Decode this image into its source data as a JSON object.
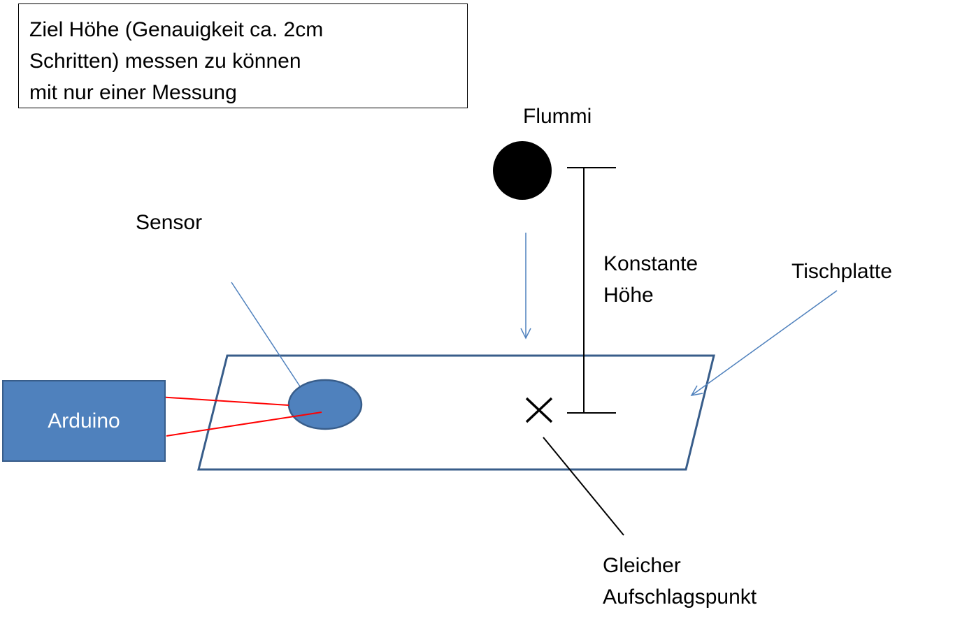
{
  "goal_box": {
    "lines": [
      "Ziel Höhe (Genauigkeit ca. 2cm",
      "Schritten) messen zu können",
      "mit nur einer Messung"
    ]
  },
  "labels": {
    "flummi": "Flummi",
    "sensor": "Sensor",
    "konstante_line1": "Konstante",
    "konstante_line2": "Höhe",
    "tischplatte": "Tischplatte",
    "aufschlag_line1": "Gleicher",
    "aufschlag_line2": "Aufschlagspunkt",
    "arduino": "Arduino"
  },
  "colors": {
    "arduino_fill": "#4f81bd",
    "arduino_border": "#385d8a",
    "table_outline": "#385d8a",
    "sensor_fill": "#4f81bd",
    "pointer_line": "#4f81bd",
    "wire": "#ff0000",
    "ball": "#000000"
  }
}
